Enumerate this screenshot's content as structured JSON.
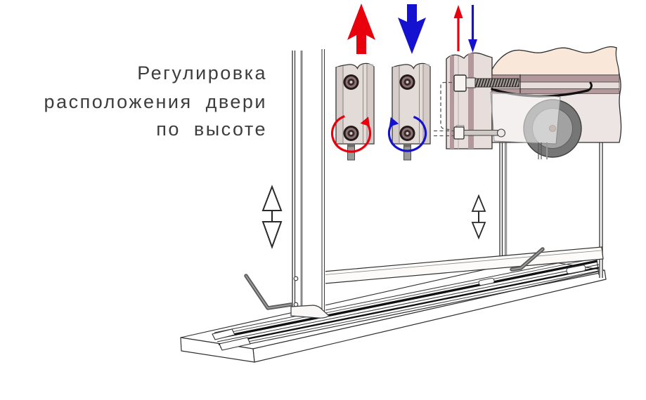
{
  "caption": {
    "line1": "Регулировка",
    "line2": "расположения двери",
    "line3": "по высоте"
  },
  "colors": {
    "red": "#e8000d",
    "blue": "#1412d0",
    "ink": "#2f2f2f",
    "text": "#3d3d3d",
    "profile": "#e3dbd7",
    "profileDark": "#cfc5c1",
    "cream": "#f9e8d9",
    "mauve": "#b2989b",
    "bandLight": "#e7dedb",
    "bodyLight": "#ece5e3",
    "wheelOuter": "#767676",
    "wheelInner": "#a2a2a2",
    "hub": "#8f6e57",
    "tool": "#5f5f5f",
    "pin": "#9d9996",
    "springBlack": "#101010"
  },
  "icons": {
    "raise_arrow": "thick-red-up-arrow",
    "lower_arrow": "thick-blue-down-arrow",
    "fine_adjust_arrows": "thin-red-up-arrow-and-thin-blue-down-arrow",
    "rotate_clockwise": "red-circular-rotation-arrow",
    "rotate_counterclockwise": "blue-circular-rotation-arrow",
    "height_play_indicator": "outlined-double-headed-vertical-arrow"
  }
}
